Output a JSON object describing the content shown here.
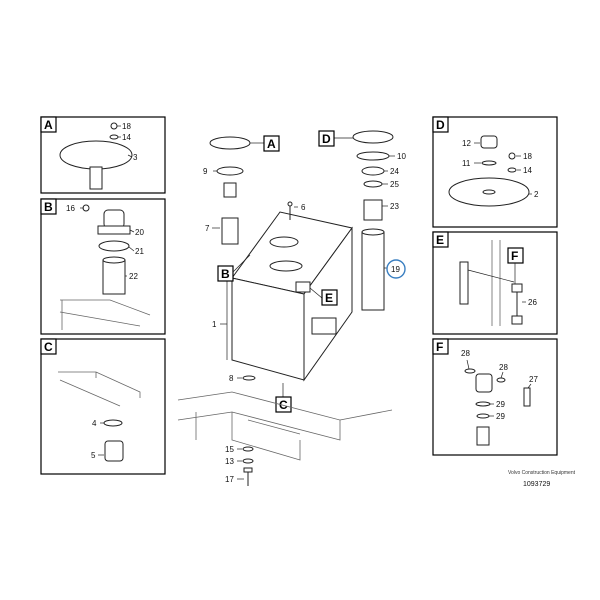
{
  "detail_views": {
    "A": {
      "label": "A",
      "callouts": [
        "18",
        "14",
        "3"
      ]
    },
    "B": {
      "label": "B",
      "callouts": [
        "16",
        "20",
        "21",
        "22"
      ]
    },
    "C": {
      "label": "C",
      "callouts": [
        "4",
        "5"
      ]
    },
    "D": {
      "label": "D",
      "callouts": [
        "12",
        "11",
        "18",
        "14",
        "2"
      ]
    },
    "E": {
      "label": "E",
      "sub_label": "F",
      "callouts": [
        "26"
      ]
    },
    "F": {
      "label": "F",
      "callouts": [
        "28",
        "28",
        "27",
        "29",
        "29"
      ]
    }
  },
  "main_assembly": {
    "tags": [
      "A",
      "D",
      "B",
      "E",
      "C"
    ],
    "callouts": [
      "9",
      "7",
      "6",
      "1",
      "8",
      "15",
      "13",
      "17",
      "10",
      "24",
      "25",
      "23",
      "19"
    ],
    "highlighted_callout": "19"
  },
  "footer": {
    "brand": "Volvo Construction Equipment",
    "drawing_number": "1093729"
  },
  "colors": {
    "line": "#222222",
    "highlight": "#3a7fc1"
  }
}
